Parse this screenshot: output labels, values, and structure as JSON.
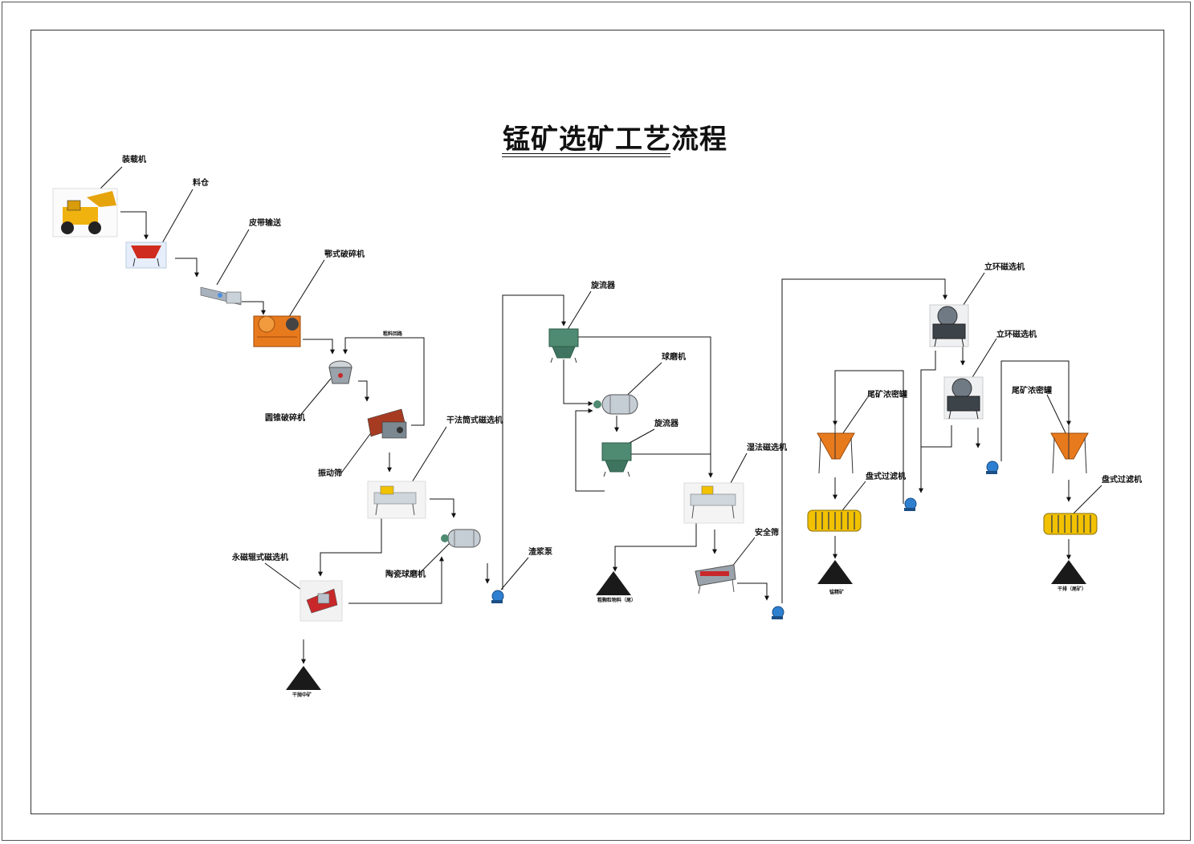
{
  "title": "锰矿选矿工艺流程",
  "labels": {
    "loader": "装载机",
    "bin": "料仓",
    "belt": "皮带输送",
    "jaw": "鄂式破碎机",
    "return": "粗料回路",
    "cone": "圆锥破碎机",
    "screen": "振动筛",
    "drum_sep": "干法筒式磁选机",
    "roller_sep": "永磁辊式磁选机",
    "ceramic_mill": "陶瓷球磨机",
    "slurry_pump": "渣浆泵",
    "cyclone1": "旋流器",
    "ball_mill": "球磨机",
    "cyclone2": "旋流器",
    "wet_sep": "湿法磁选机",
    "safety_screen": "安全筛",
    "ring_sep1": "立环磁选机",
    "ring_sep2": "立环磁选机",
    "thickener1": "尾矿浓密罐",
    "thickener2": "尾矿浓密罐",
    "filter1": "盘式过滤机",
    "filter2": "盘式过滤机"
  },
  "outputs": {
    "dry_tailings": "干抛中矿",
    "coarse_tailings": "粗颗粒物料（尾）",
    "concentrate": "锰精矿",
    "dry_stack": "干排（尾矿）"
  },
  "colors": {
    "line": "#111111",
    "orange": "#e87a1e",
    "steel": "#8c9aa6",
    "green": "#4f8a72",
    "pump": "#2f7fd0",
    "yellow": "#f2c200",
    "red": "#c8282a"
  }
}
